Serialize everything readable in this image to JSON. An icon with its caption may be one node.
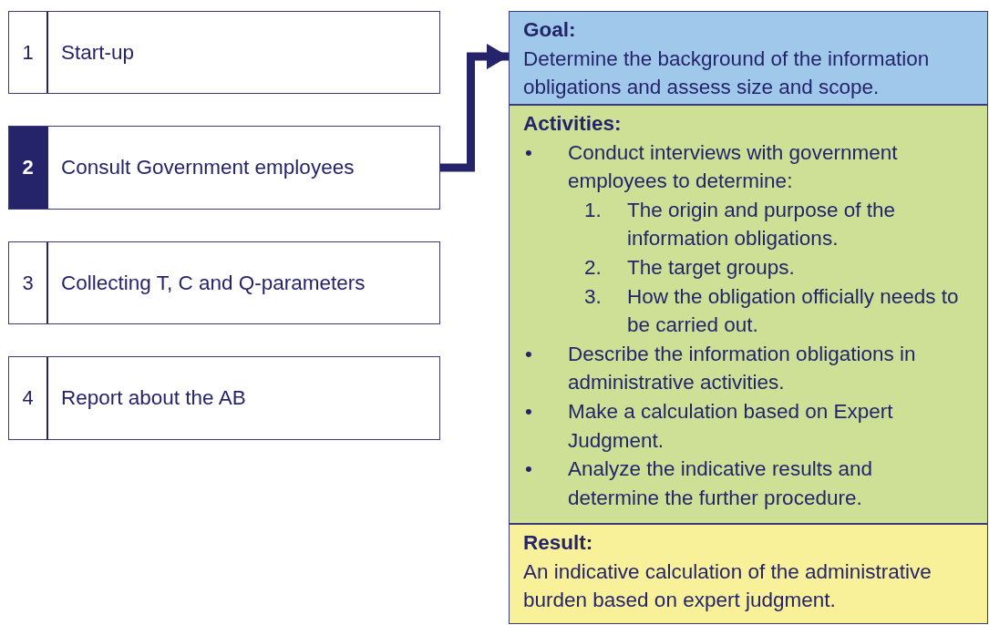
{
  "diagram": {
    "nodes": [
      {
        "text": [
          "1",
          "Start-up"
        ]
      },
      {
        "text": [
          "2",
          "Consult Government employees"
        ]
      },
      {
        "text": [
          "3",
          "Collecting T, C and Q-parameters"
        ]
      },
      {
        "text": [
          "4",
          "Report about the AB"
        ]
      },
      {
        "text": [
          "Goal:",
          "Determine the background of the information obligations and assess size and scope."
        ]
      },
      {
        "text": [
          "Activities:",
          "•",
          "Conduct interviews with government employees to determine:",
          "1.",
          "The origin and purpose of the information obligations.",
          "2.",
          "The target groups.",
          "3.",
          "How the obligation officially needs to be carried out.",
          "•",
          "Describe the information obligations in administrative activities.",
          "•",
          "Make a calculation based on Expert Judgment.",
          "•",
          "Analyze the indicative results and determine the further procedure."
        ]
      },
      {
        "text": [
          "Result:",
          "An indicative calculation of the administrative burden based on expert judgment."
        ]
      }
    ],
    "edges": [
      {
        "from": 1,
        "to": 4,
        "arrow": "to"
      }
    ]
  }
}
